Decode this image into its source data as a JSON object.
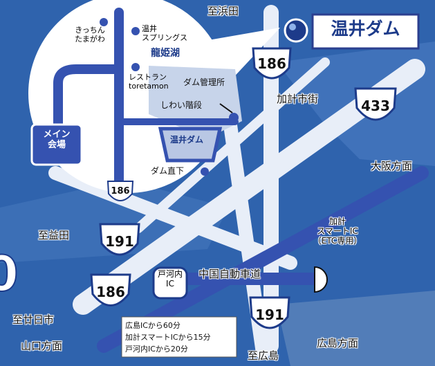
{
  "map": {
    "title": "温井ダム",
    "destinations": {
      "hamada": "至浜田",
      "masuda": "至益田",
      "hatsukaichi": "至廿日市",
      "hiroshima": "至広島",
      "osaka": "大阪方面",
      "yamaguchi": "山口方面",
      "hiroshima_dir": "広島方面"
    },
    "places": {
      "kakei_town": "加計市街",
      "expressway": "中国自動車道",
      "kakei_ic": "加計\nスマートIC\n（ETC専用）",
      "togouchi_ic": "戸河内\nIC"
    },
    "routes": {
      "r186": "186",
      "r191": "191",
      "r433": "433"
    },
    "inset": {
      "kitchin": "きっちん\nたまがわ",
      "onsen": "温井\nスプリングス",
      "lake": "龍姫湖",
      "restaurant": "レストラン\ntoretamon",
      "dam_office": "ダム管理所",
      "stairs": "しわい階段",
      "dam": "温井ダム",
      "below_dam": "ダム直下",
      "main_venue": "メイン\n会場",
      "route": "186"
    },
    "access": [
      "広島ICから60分",
      "加計スマートICから15分",
      "戸河内ICから20分"
    ],
    "colors": {
      "sea": "#2f63ad",
      "road": "#e8eef8",
      "expressway": "#3552b0",
      "inset_bg": "#ffffff"
    }
  }
}
